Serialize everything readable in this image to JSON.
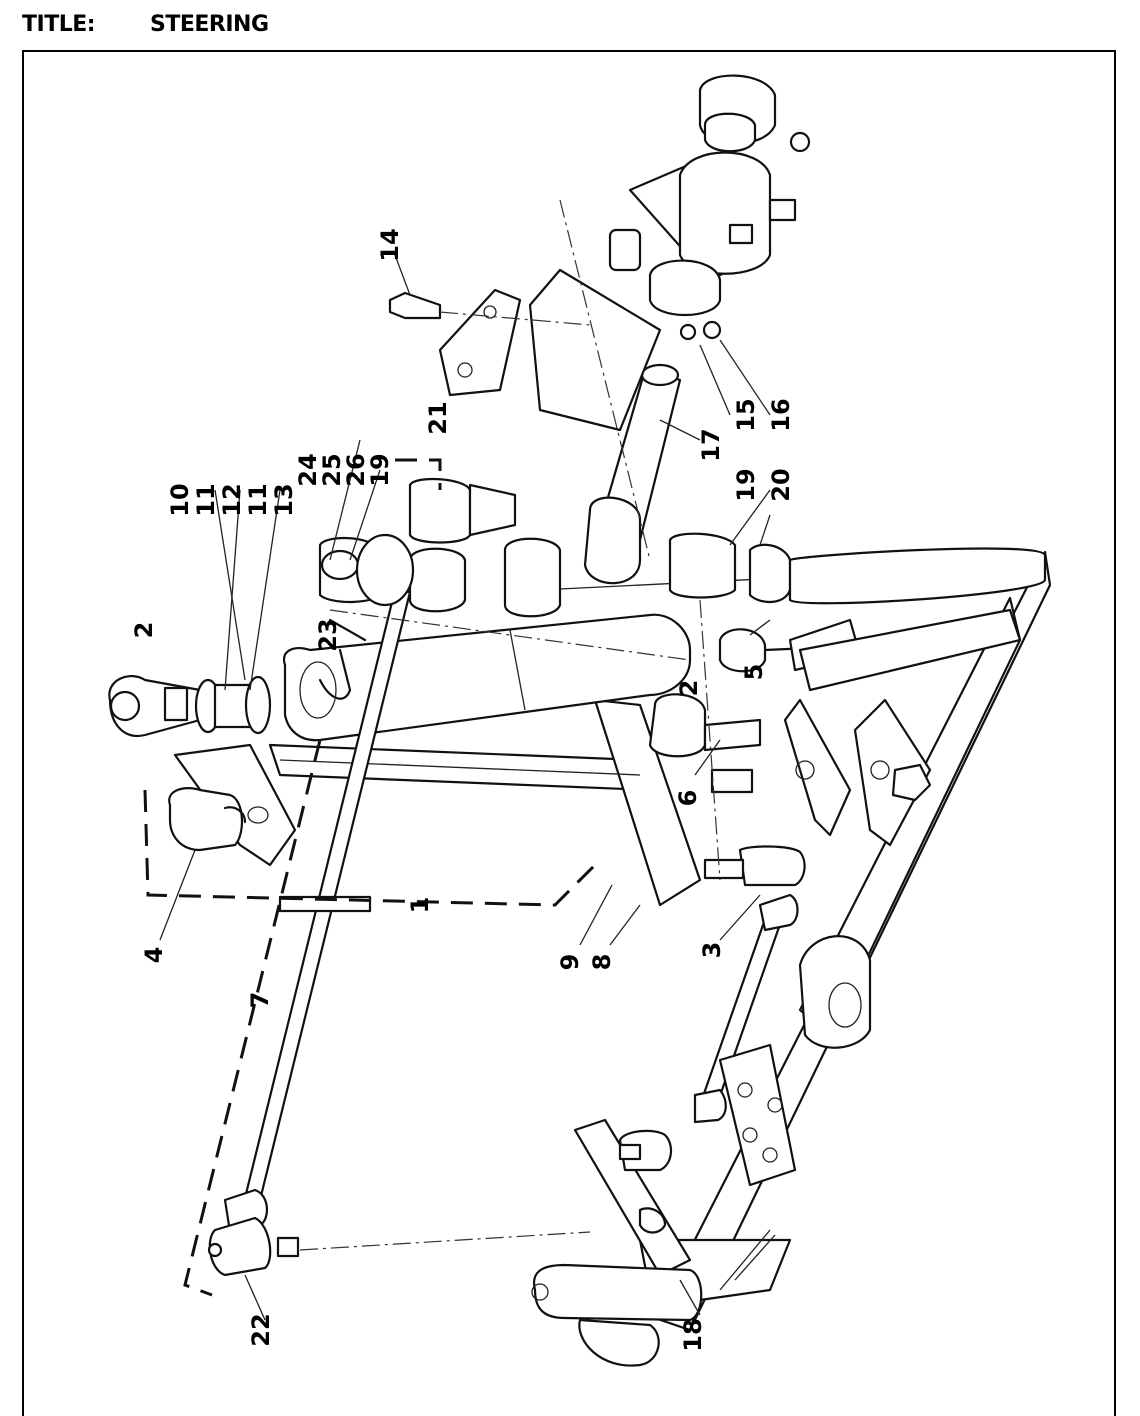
{
  "header": {
    "label": "TITLE:",
    "title": "STEERING"
  },
  "callouts": {
    "c1": "1",
    "c2a": "2",
    "c2b": "2",
    "c3": "3",
    "c4": "4",
    "c5": "5",
    "c6": "6",
    "c7": "7",
    "c8": "8",
    "c9": "9",
    "c10": "10",
    "c11a": "11",
    "c11b": "11",
    "c12": "12",
    "c13": "13",
    "c14": "14",
    "c15": "15",
    "c16": "16",
    "c17": "17",
    "c18": "18",
    "c19a": "19",
    "c19b": "19",
    "c20": "20",
    "c21": "21",
    "c22": "22",
    "c23": "23",
    "c24": "24",
    "c25": "25",
    "c26": "26"
  }
}
